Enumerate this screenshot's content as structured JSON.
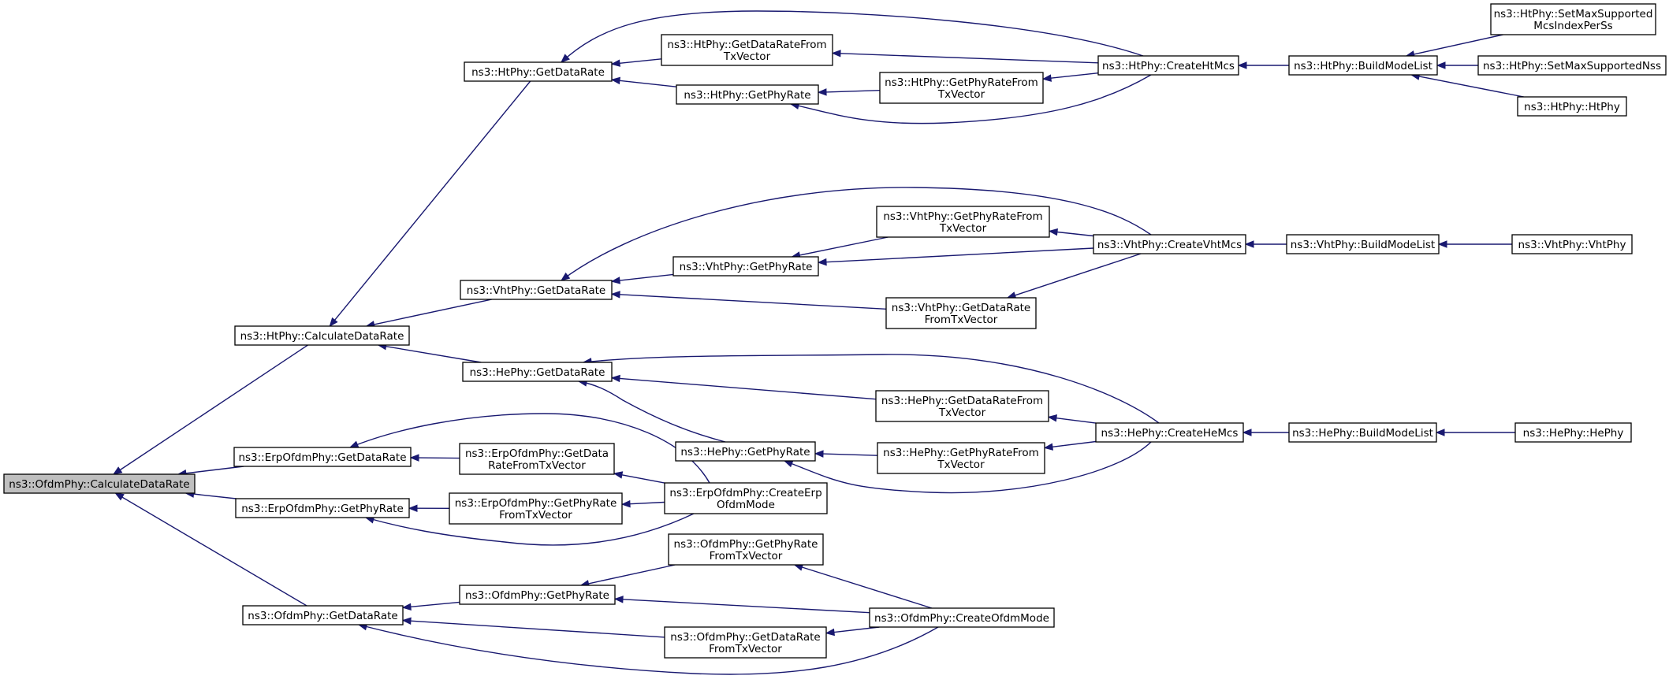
{
  "graph_type": "caller graph",
  "colors": {
    "edge": "#191970",
    "root_fill": "#bfbfbf",
    "node_fill": "#ffffff",
    "node_stroke": "#000000"
  },
  "nodes": [
    {
      "id": "ofdm_calc",
      "lines": [
        "ns3::OfdmPhy::CalculateDataRate"
      ],
      "root": true
    },
    {
      "id": "ht_calc",
      "lines": [
        "ns3::HtPhy::CalculateDataRate"
      ]
    },
    {
      "id": "erp_getdr",
      "lines": [
        "ns3::ErpOfdmPhy::GetDataRate"
      ]
    },
    {
      "id": "erp_getpr",
      "lines": [
        "ns3::ErpOfdmPhy::GetPhyRate"
      ]
    },
    {
      "id": "ofdm_getdr",
      "lines": [
        "ns3::OfdmPhy::GetDataRate"
      ]
    },
    {
      "id": "ht_getdr",
      "lines": [
        "ns3::HtPhy::GetDataRate"
      ]
    },
    {
      "id": "vht_getdr",
      "lines": [
        "ns3::VhtPhy::GetDataRate"
      ]
    },
    {
      "id": "he_getdr",
      "lines": [
        "ns3::HePhy::GetDataRate"
      ]
    },
    {
      "id": "erp_getdr_tx",
      "lines": [
        "ns3::ErpOfdmPhy::GetData",
        "RateFromTxVector"
      ]
    },
    {
      "id": "erp_getpr_tx",
      "lines": [
        "ns3::ErpOfdmPhy::GetPhyRate",
        "FromTxVector"
      ]
    },
    {
      "id": "ofdm_getpr",
      "lines": [
        "ns3::OfdmPhy::GetPhyRate"
      ]
    },
    {
      "id": "ht_getdr_tx",
      "lines": [
        "ns3::HtPhy::GetDataRateFrom",
        "TxVector"
      ]
    },
    {
      "id": "ht_getpr",
      "lines": [
        "ns3::HtPhy::GetPhyRate"
      ]
    },
    {
      "id": "vht_getpr",
      "lines": [
        "ns3::VhtPhy::GetPhyRate"
      ]
    },
    {
      "id": "he_getpr",
      "lines": [
        "ns3::HePhy::GetPhyRate"
      ]
    },
    {
      "id": "erp_create",
      "lines": [
        "ns3::ErpOfdmPhy::CreateErp",
        "OfdmMode"
      ]
    },
    {
      "id": "ofdm_getpr_tx",
      "lines": [
        "ns3::OfdmPhy::GetPhyRate",
        "FromTxVector"
      ]
    },
    {
      "id": "ofdm_getdr_tx",
      "lines": [
        "ns3::OfdmPhy::GetDataRate",
        "FromTxVector"
      ]
    },
    {
      "id": "ht_getpr_tx",
      "lines": [
        "ns3::HtPhy::GetPhyRateFrom",
        "TxVector"
      ]
    },
    {
      "id": "vht_getpr_tx",
      "lines": [
        "ns3::VhtPhy::GetPhyRateFrom",
        "TxVector"
      ]
    },
    {
      "id": "vht_getdr_tx",
      "lines": [
        "ns3::VhtPhy::GetDataRate",
        "FromTxVector"
      ]
    },
    {
      "id": "he_getdr_tx",
      "lines": [
        "ns3::HePhy::GetDataRateFrom",
        "TxVector"
      ]
    },
    {
      "id": "he_getpr_tx",
      "lines": [
        "ns3::HePhy::GetPhyRateFrom",
        "TxVector"
      ]
    },
    {
      "id": "ofdm_create",
      "lines": [
        "ns3::OfdmPhy::CreateOfdmMode"
      ]
    },
    {
      "id": "ht_create",
      "lines": [
        "ns3::HtPhy::CreateHtMcs"
      ]
    },
    {
      "id": "vht_create",
      "lines": [
        "ns3::VhtPhy::CreateVhtMcs"
      ]
    },
    {
      "id": "he_create",
      "lines": [
        "ns3::HePhy::CreateHeMcs"
      ]
    },
    {
      "id": "ht_build",
      "lines": [
        "ns3::HtPhy::BuildModeList"
      ]
    },
    {
      "id": "vht_build",
      "lines": [
        "ns3::VhtPhy::BuildModeList"
      ]
    },
    {
      "id": "he_build",
      "lines": [
        "ns3::HePhy::BuildModeList"
      ]
    },
    {
      "id": "ht_setmcs",
      "lines": [
        "ns3::HtPhy::SetMaxSupported",
        "McsIndexPerSs"
      ]
    },
    {
      "id": "ht_setnss",
      "lines": [
        "ns3::HtPhy::SetMaxSupportedNss"
      ]
    },
    {
      "id": "ht_ctor",
      "lines": [
        "ns3::HtPhy::HtPhy"
      ]
    },
    {
      "id": "vht_ctor",
      "lines": [
        "ns3::VhtPhy::VhtPhy"
      ]
    },
    {
      "id": "he_ctor",
      "lines": [
        "ns3::HePhy::HePhy"
      ]
    }
  ],
  "edges": [
    {
      "from": "ht_calc",
      "to": "ofdm_calc"
    },
    {
      "from": "erp_getdr",
      "to": "ofdm_calc"
    },
    {
      "from": "erp_getpr",
      "to": "ofdm_calc"
    },
    {
      "from": "ofdm_getdr",
      "to": "ofdm_calc"
    },
    {
      "from": "ht_getdr",
      "to": "ht_calc"
    },
    {
      "from": "vht_getdr",
      "to": "ht_calc"
    },
    {
      "from": "he_getdr",
      "to": "ht_calc"
    },
    {
      "from": "erp_getdr_tx",
      "to": "erp_getdr"
    },
    {
      "from": "erp_create",
      "to": "erp_getdr"
    },
    {
      "from": "erp_getpr_tx",
      "to": "erp_getpr"
    },
    {
      "from": "erp_create",
      "to": "erp_getpr"
    },
    {
      "from": "ofdm_getpr",
      "to": "ofdm_getdr"
    },
    {
      "from": "ofdm_getdr_tx",
      "to": "ofdm_getdr"
    },
    {
      "from": "ofdm_create",
      "to": "ofdm_getdr"
    },
    {
      "from": "ht_getdr_tx",
      "to": "ht_getdr"
    },
    {
      "from": "ht_getpr",
      "to": "ht_getdr"
    },
    {
      "from": "ht_create",
      "to": "ht_getdr"
    },
    {
      "from": "vht_getpr",
      "to": "vht_getdr"
    },
    {
      "from": "vht_getdr_tx",
      "to": "vht_getdr"
    },
    {
      "from": "vht_create",
      "to": "vht_getdr"
    },
    {
      "from": "he_getdr_tx",
      "to": "he_getdr"
    },
    {
      "from": "he_getpr",
      "to": "he_getdr"
    },
    {
      "from": "he_create",
      "to": "he_getdr"
    },
    {
      "from": "erp_create",
      "to": "erp_getdr_tx"
    },
    {
      "from": "erp_create",
      "to": "erp_getpr_tx"
    },
    {
      "from": "ofdm_getpr_tx",
      "to": "ofdm_getpr"
    },
    {
      "from": "ofdm_create",
      "to": "ofdm_getpr"
    },
    {
      "from": "ofdm_create",
      "to": "ofdm_getpr_tx"
    },
    {
      "from": "ofdm_create",
      "to": "ofdm_getdr_tx"
    },
    {
      "from": "ht_create",
      "to": "ht_getdr_tx"
    },
    {
      "from": "ht_getpr_tx",
      "to": "ht_getpr"
    },
    {
      "from": "ht_create",
      "to": "ht_getpr"
    },
    {
      "from": "ht_create",
      "to": "ht_getpr_tx"
    },
    {
      "from": "vht_getpr_tx",
      "to": "vht_getpr"
    },
    {
      "from": "vht_create",
      "to": "vht_getpr"
    },
    {
      "from": "vht_create",
      "to": "vht_getpr_tx"
    },
    {
      "from": "vht_create",
      "to": "vht_getdr_tx"
    },
    {
      "from": "he_getpr_tx",
      "to": "he_getpr"
    },
    {
      "from": "he_create",
      "to": "he_getpr"
    },
    {
      "from": "he_create",
      "to": "he_getdr_tx"
    },
    {
      "from": "he_create",
      "to": "he_getpr_tx"
    },
    {
      "from": "ht_build",
      "to": "ht_create"
    },
    {
      "from": "vht_build",
      "to": "vht_create"
    },
    {
      "from": "he_build",
      "to": "he_create"
    },
    {
      "from": "ht_setmcs",
      "to": "ht_build"
    },
    {
      "from": "ht_setnss",
      "to": "ht_build"
    },
    {
      "from": "ht_ctor",
      "to": "ht_build"
    },
    {
      "from": "vht_ctor",
      "to": "vht_build"
    },
    {
      "from": "he_ctor",
      "to": "he_build"
    }
  ]
}
